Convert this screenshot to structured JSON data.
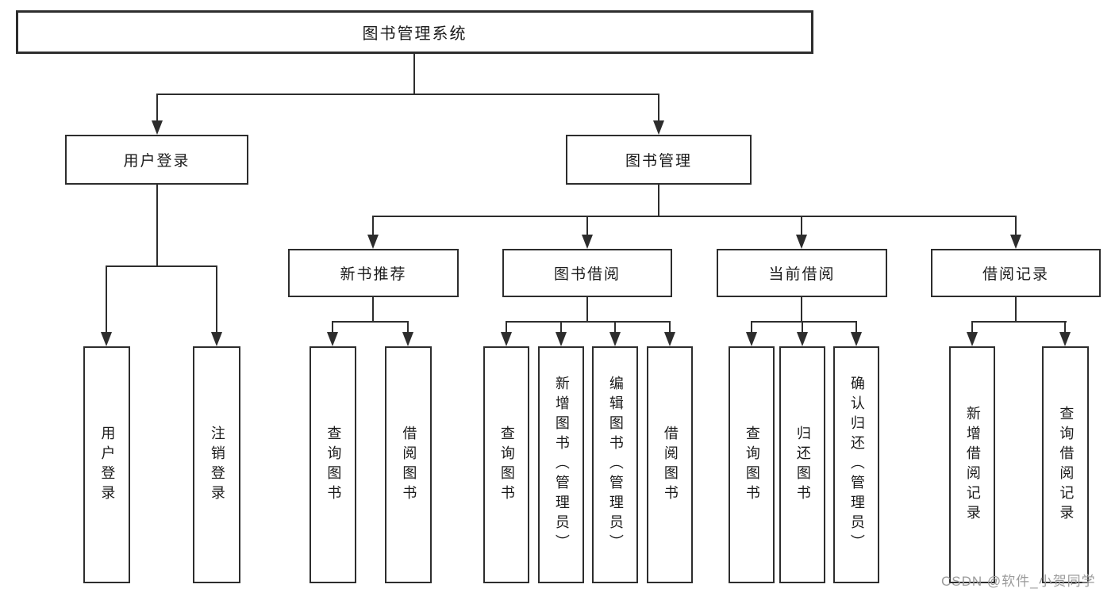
{
  "nodes": {
    "root": {
      "id": "library-management-system",
      "label": "图书管理系统"
    },
    "level2": [
      {
        "id": "user-login",
        "label": "用户登录"
      },
      {
        "id": "book-management",
        "label": "图书管理"
      }
    ],
    "level3": [
      {
        "id": "new-book-recommendation",
        "label": "新书推荐"
      },
      {
        "id": "book-borrowing",
        "label": "图书借阅"
      },
      {
        "id": "current-borrowing",
        "label": "当前借阅"
      },
      {
        "id": "borrowing-records",
        "label": "借阅记录"
      }
    ],
    "leaves": {
      "user": [
        {
          "label": "用户登录"
        },
        {
          "label": "注销登录"
        }
      ],
      "recommend": [
        {
          "label": "查询图书"
        },
        {
          "label": "借阅图书"
        }
      ],
      "borrow": [
        {
          "label": "查询图书"
        },
        {
          "label": "新增图书（管理员）"
        },
        {
          "label": "编辑图书（管理员）"
        },
        {
          "label": "借阅图书"
        }
      ],
      "current": [
        {
          "label": "查询图书"
        },
        {
          "label": "归还图书"
        },
        {
          "label": "确认归还（管理员）"
        }
      ],
      "record": [
        {
          "label": "新增借阅记录"
        },
        {
          "label": "查询借阅记录"
        }
      ]
    }
  },
  "watermark": {
    "label": "CSDN @软件_小贺同学"
  },
  "colors": {
    "line": "#2d2d2d",
    "text": "#1b1b1b",
    "watermark": "#9b9b9b",
    "background": "#ffffff"
  }
}
